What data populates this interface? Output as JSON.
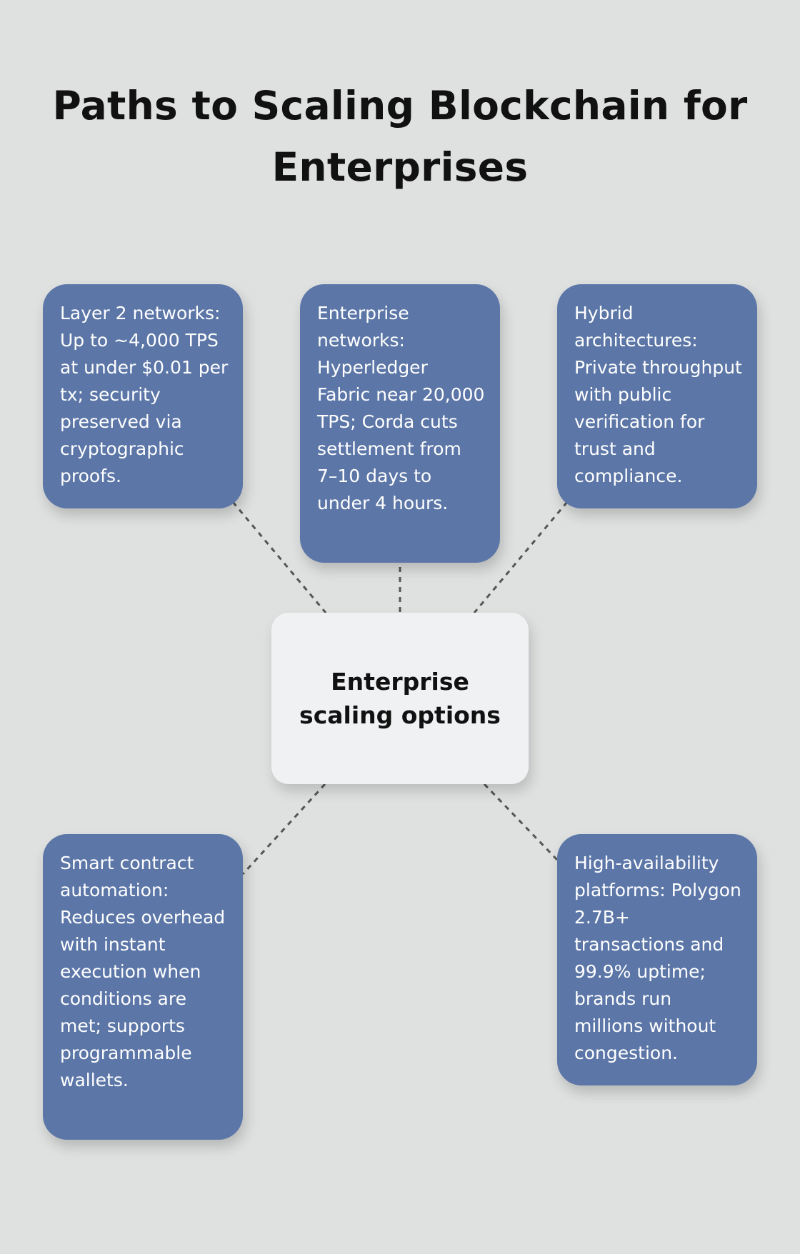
{
  "title": "Paths to Scaling Blockchain for Enterprises",
  "center_label": "Enterprise scaling options",
  "cards": [
    "Layer 2 networks: Up to ~4,000 TPS at under $0.01 per tx; security preserved via cryptographic proofs.",
    "Enterprise networks: Hyperledger Fabric near 20,000 TPS; Corda cuts settlement from 7–10 days to under 4 hours.",
    "Hybrid architectures: Private throughput with public verification for trust and compliance.",
    "Smart contract automation: Reduces overhead with instant execution when conditions are met; supports programmable wallets.",
    "High-availability platforms: Polygon 2.7B+ transactions and 99.9% uptime; brands run millions without congestion."
  ],
  "colors": {
    "background": "#dfe1e0",
    "card": "#5b76a7",
    "center_box": "#eff1f3",
    "connector": "#555555"
  }
}
